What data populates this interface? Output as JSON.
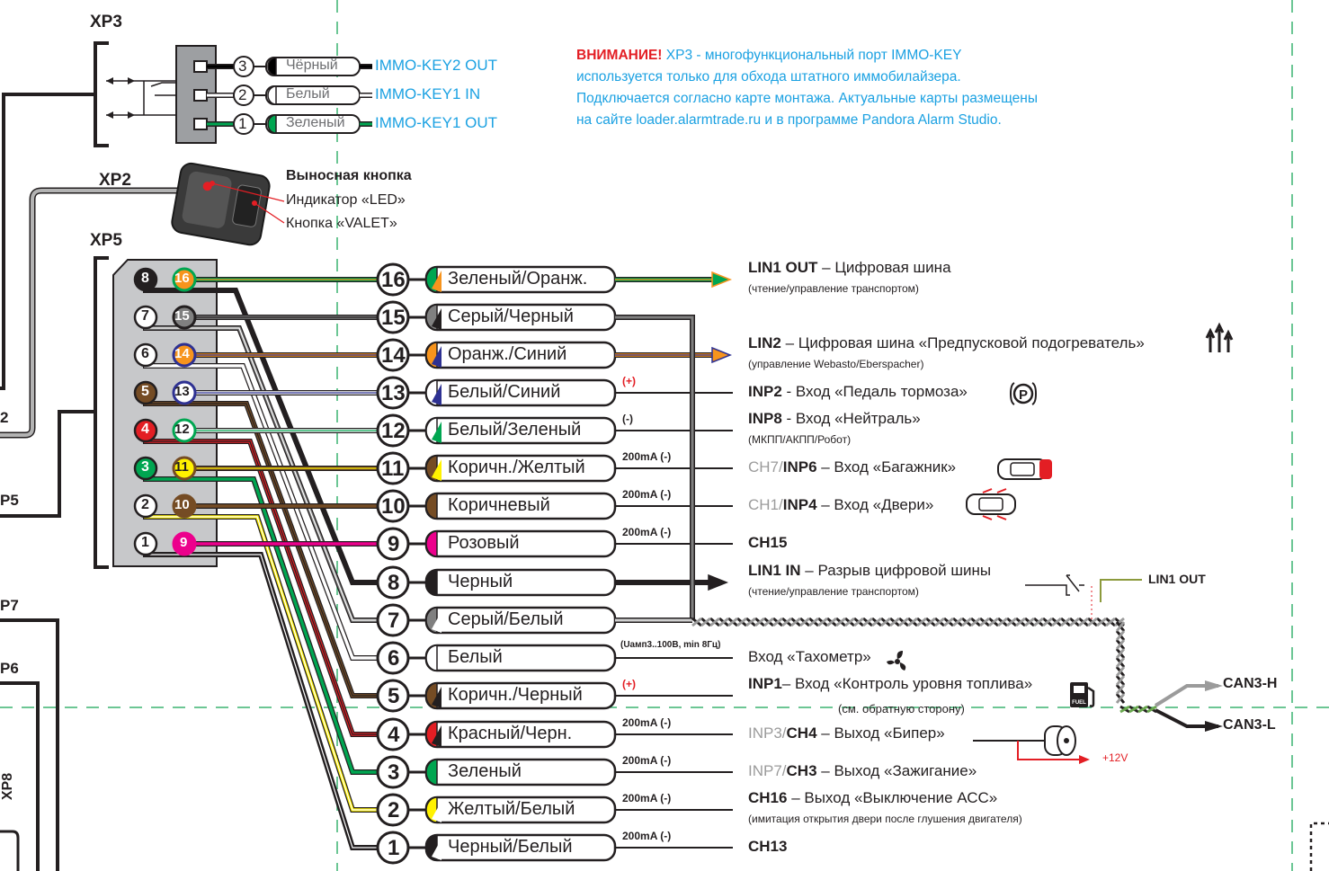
{
  "connectors": {
    "xp3": "XP3",
    "xp2": "XP2",
    "xp5": "XP5",
    "xp2_left": "2",
    "xp5_left": "P5",
    "xp7_left": "P7",
    "xp6_left": "P6",
    "xp8_left": "XP8"
  },
  "xp3": {
    "pins": [
      {
        "num": "3",
        "color_name": "Чёрный",
        "signal": "IMMO-KEY2 OUT",
        "wire": "#000000"
      },
      {
        "num": "2",
        "color_name": "Белый",
        "signal": "IMMO-KEY1 IN",
        "wire": "#ffffff"
      },
      {
        "num": "1",
        "color_name": "Зеленый",
        "signal": "IMMO-KEY1 OUT",
        "wire": "#00a651"
      }
    ]
  },
  "notice": {
    "warning": "ВНИМАНИЕ!",
    "text": "XP3 - многофункциональный порт IMMO-KEY используется только для обхода штатного иммобилайзера. Подключается согласно карте монтажа. Актуальные карты размещены на сайте loader.alarmtrade.ru и в программе Pandora Alarm Studio."
  },
  "remote_button": {
    "title": "Выносная кнопка",
    "led": "Индикатор «LED»",
    "valet": "Кнопка «VALET»"
  },
  "xp5_pins_left": [
    {
      "num": "8",
      "fill": "#231f20",
      "text": "#ffffff"
    },
    {
      "num": "7",
      "fill": "#ffffff",
      "text": "#231f20"
    },
    {
      "num": "6",
      "fill": "#ffffff",
      "text": "#231f20"
    },
    {
      "num": "5",
      "fill": "#754c24",
      "text": "#ffffff"
    },
    {
      "num": "4",
      "fill": "#e31e24",
      "text": "#ffffff"
    },
    {
      "num": "3",
      "fill": "#00a651",
      "text": "#ffffff"
    },
    {
      "num": "2",
      "fill": "#ffffff",
      "text": "#231f20"
    },
    {
      "num": "1",
      "fill": "#ffffff",
      "text": "#231f20"
    }
  ],
  "xp5_pins_right": [
    {
      "num": "16",
      "fill": "#f7941d",
      "ring": "#00a651",
      "text": "#ffffff"
    },
    {
      "num": "15",
      "fill": "#808080",
      "ring": "#231f20",
      "text": "#ffffff"
    },
    {
      "num": "14",
      "fill": "#f7941d",
      "ring": "#2e3192",
      "text": "#ffffff"
    },
    {
      "num": "13",
      "fill": "#ffffff",
      "ring": "#2e3192",
      "text": "#231f20"
    },
    {
      "num": "12",
      "fill": "#ffffff",
      "ring": "#00a651",
      "text": "#231f20"
    },
    {
      "num": "11",
      "fill": "#fff200",
      "ring": "#754c24",
      "text": "#231f20"
    },
    {
      "num": "10",
      "fill": "#754c24",
      "ring": "#754c24",
      "text": "#ffffff"
    },
    {
      "num": "9",
      "fill": "#ec008c",
      "ring": "#ec008c",
      "text": "#ffffff"
    }
  ],
  "wires": [
    {
      "num": "16",
      "name": "Зеленый/Оранж.",
      "c1": "#00a651",
      "c2": "#f7941d",
      "rating": "",
      "func_pre": "",
      "func_bold": "LIN1 OUT",
      "func_rest": " – Цифровая шина",
      "sub": "(чтение/управление транспортом)",
      "icon": "",
      "arrow": "arrow"
    },
    {
      "num": "15",
      "name": "Серый/Черный",
      "c1": "#808080",
      "c2": "#231f20",
      "rating": "",
      "func_pre": "",
      "func_bold": "",
      "func_rest": "",
      "sub": "",
      "icon": "",
      "arrow": "twist"
    },
    {
      "num": "14",
      "name": "Оранж./Синий",
      "c1": "#f7941d",
      "c2": "#2e3192",
      "rating": "",
      "func_pre": "",
      "func_bold": "LIN2",
      "func_rest": " – Цифровая шина «Предпусковой подогреватель»",
      "sub": "(управление Webasto/Eberspacher)",
      "icon": "heater-icon",
      "arrow": "arrow"
    },
    {
      "num": "13",
      "name": "Белый/Синий",
      "c1": "#ffffff",
      "c2": "#2e3192",
      "rating": "(+)",
      "func_pre": "",
      "func_bold": "INP2",
      "func_rest": " - Вход «Педаль тормоза»",
      "sub": "",
      "icon": "brake-icon",
      "arrow": "line"
    },
    {
      "num": "12",
      "name": "Белый/Зеленый",
      "c1": "#ffffff",
      "c2": "#00a651",
      "rating": "(-)",
      "func_pre": "",
      "func_bold": "INP8",
      "func_rest": " - Вход «Нейтраль»",
      "sub": "(МКПП/АКПП/Робот)",
      "icon": "",
      "arrow": "line"
    },
    {
      "num": "11",
      "name": "Коричн./Желтый",
      "c1": "#754c24",
      "c2": "#fff200",
      "rating": "200mA (-)",
      "func_pre": "CH7/",
      "func_bold": "INP6",
      "func_rest": "  – Вход «Багажник»",
      "sub": "",
      "icon": "trunk-icon",
      "arrow": "line"
    },
    {
      "num": "10",
      "name": "Коричневый",
      "c1": "#754c24",
      "c2": "#754c24",
      "rating": "200mA (-)",
      "func_pre": "CH1/",
      "func_bold": "INP4",
      "func_rest": " – Вход «Двери»",
      "sub": "",
      "icon": "doors-icon",
      "arrow": "line"
    },
    {
      "num": "9",
      "name": "Розовый",
      "c1": "#ec008c",
      "c2": "#ec008c",
      "rating": "200mA (-)",
      "func_pre": "",
      "func_bold": "CH15",
      "func_rest": "",
      "sub": "",
      "icon": "",
      "arrow": "line"
    },
    {
      "num": "8",
      "name": "Черный",
      "c1": "#231f20",
      "c2": "#231f20",
      "rating": "",
      "func_pre": "",
      "func_bold": "LIN1 IN",
      "func_rest": " – Разрыв цифровой шины",
      "sub": "(чтение/управление транспортом)",
      "icon": "",
      "arrow": "arrow"
    },
    {
      "num": "7",
      "name": "Серый/Белый",
      "c1": "#808080",
      "c2": "#ffffff",
      "rating": "",
      "func_pre": "",
      "func_bold": "",
      "func_rest": "",
      "sub": "",
      "icon": "",
      "arrow": "twist"
    },
    {
      "num": "6",
      "name": "Белый",
      "c1": "#ffffff",
      "c2": "#ffffff",
      "rating": "(Uамп3..100В, min 8Гц)",
      "func_pre": "",
      "func_bold": "",
      "func_rest": "Вход «Тахометр»",
      "sub": "",
      "icon": "fan-icon",
      "arrow": "line"
    },
    {
      "num": "5",
      "name": "Коричн./Черный",
      "c1": "#754c24",
      "c2": "#231f20",
      "rating": "(+)",
      "func_pre": "",
      "func_bold": "INP1",
      "func_rest": "– Вход «Контроль уровня топлива»",
      "sub": "(см. обратную сторону)",
      "icon": "fuel-icon",
      "arrow": "line"
    },
    {
      "num": "4",
      "name": "Красный/Черн.",
      "c1": "#e31e24",
      "c2": "#231f20",
      "rating": "200mA (-)",
      "func_pre": "INP3/",
      "func_bold": "CH4",
      "func_rest": " – Выход «Бипер»",
      "sub": "",
      "icon": "beeper-icon",
      "arrow": "line"
    },
    {
      "num": "3",
      "name": "Зеленый",
      "c1": "#00a651",
      "c2": "#00a651",
      "rating": "200mA (-)",
      "func_pre": "INP7/",
      "func_bold": "CH3",
      "func_rest": " – Выход  «Зажигание»",
      "sub": "",
      "icon": "",
      "arrow": "line"
    },
    {
      "num": "2",
      "name": "Желтый/Белый",
      "c1": "#fff200",
      "c2": "#ffffff",
      "rating": "200mA (-)",
      "func_pre": "",
      "func_bold": "CH16",
      "func_rest": " – Выход «Выключение АСС»",
      "sub": "(имитация открытия двери после глушения двигателя)",
      "icon": "",
      "arrow": "line"
    },
    {
      "num": "1",
      "name": "Черный/Белый",
      "c1": "#231f20",
      "c2": "#ffffff",
      "rating": "200mA (-)",
      "func_pre": "",
      "func_bold": "CH13",
      "func_rest": "",
      "sub": "",
      "icon": "",
      "arrow": "line"
    }
  ],
  "lin_break": {
    "out_label": "LIN1 OUT"
  },
  "can": {
    "high": "CAN3-H",
    "low": "CAN3-L"
  },
  "beeper": {
    "supply": "+12V"
  },
  "colors": {
    "cyan": "#1ba1e2",
    "red": "#e31e24",
    "gray_text": "#9b9b9b",
    "dash": "#3cb371"
  }
}
